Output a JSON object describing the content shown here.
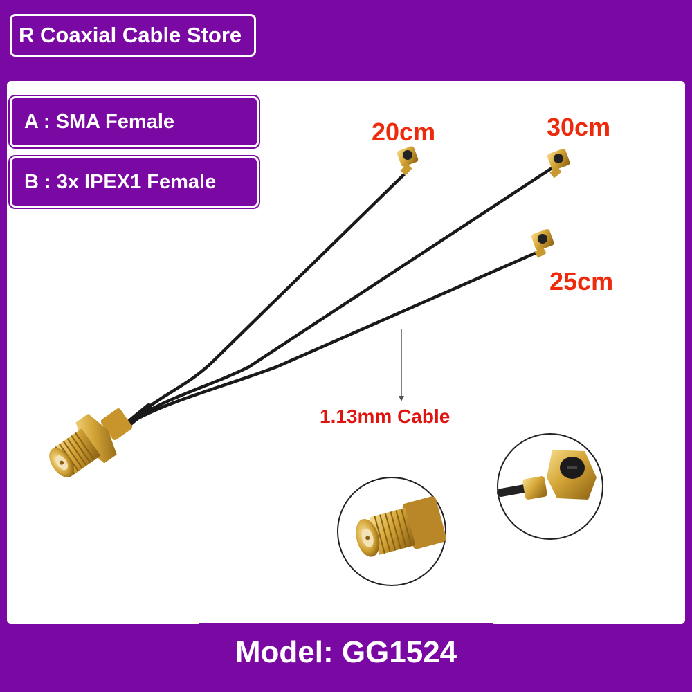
{
  "store": {
    "name": "R Coaxial Cable Store"
  },
  "specs": {
    "a": "A : SMA Female",
    "b": "B : 3x IPEX1 Female"
  },
  "lengths": {
    "first": "20cm",
    "second": "30cm",
    "third": "25cm"
  },
  "cable_note": "1.13mm Cable",
  "model": "Model: GG1524",
  "colors": {
    "brand_purple": "#7a09a3",
    "length_red": "#ee2a0c",
    "connector_gold": "#d4a537",
    "cable_black": "#1a1a1a"
  }
}
